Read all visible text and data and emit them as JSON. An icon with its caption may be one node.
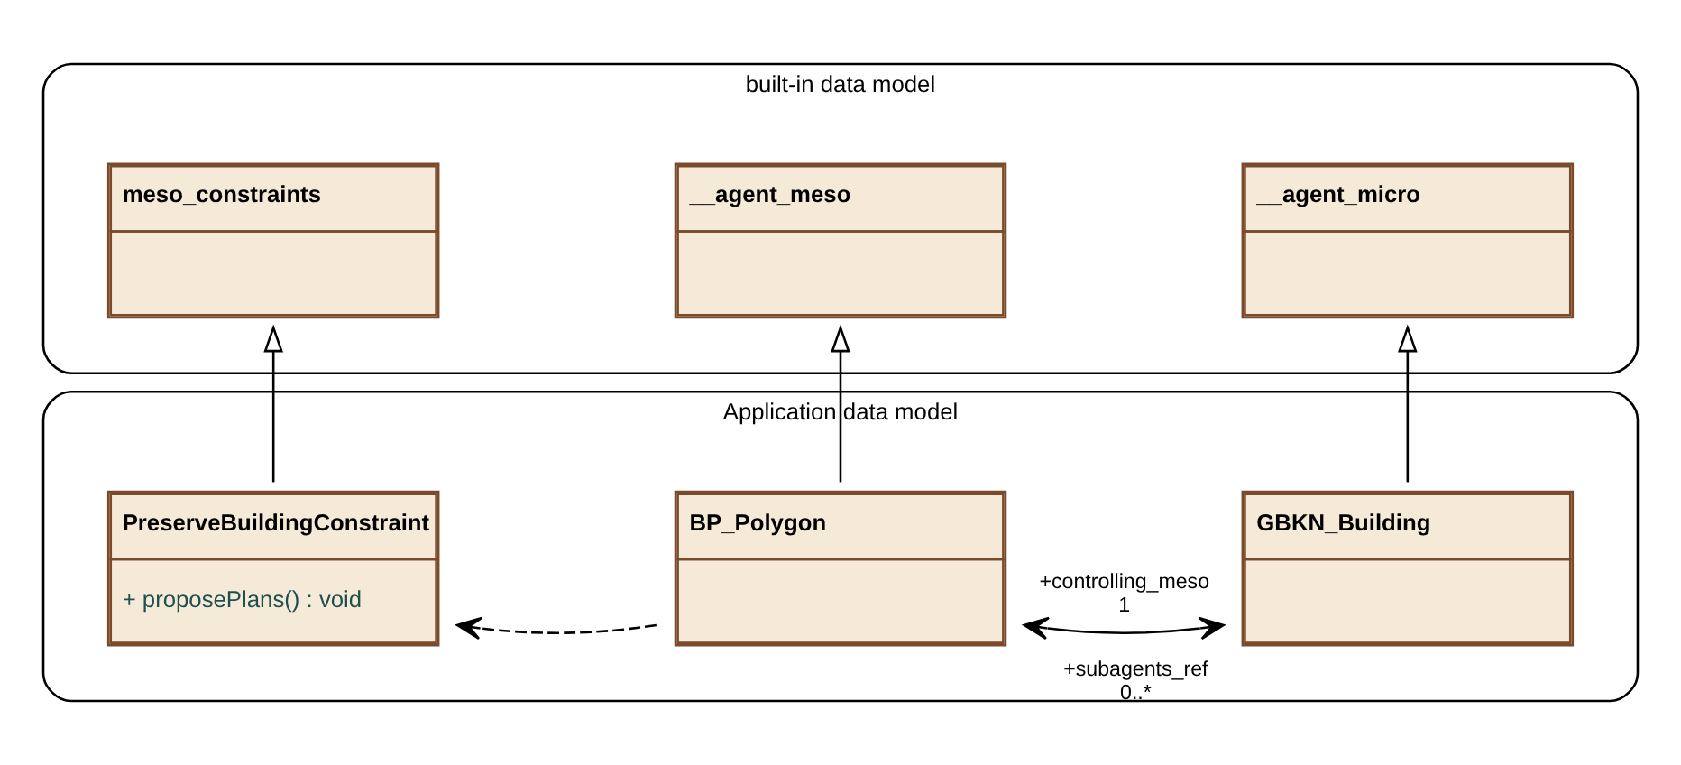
{
  "diagram": {
    "nodes": [
      {
        "text": [
          "built-in data model"
        ]
      },
      {
        "text": [
          "meso_constraints"
        ],
        "in": 0
      },
      {
        "text": [
          "__agent_meso"
        ],
        "in": 0
      },
      {
        "text": [
          "__agent_micro"
        ],
        "in": 0
      },
      {
        "text": [
          "Application data model"
        ]
      },
      {
        "text": [
          "PreserveBuildingConstraint",
          "+ proposePlans() : void"
        ],
        "in": 4
      },
      {
        "text": [
          "BP_Polygon"
        ],
        "in": 4
      },
      {
        "text": [
          "GBKN_Building"
        ],
        "in": 4
      }
    ],
    "edges": [
      {
        "from": 5,
        "to": 1,
        "arrow": "to"
      },
      {
        "from": 6,
        "to": 2,
        "arrow": "to"
      },
      {
        "from": 7,
        "to": 3,
        "arrow": "to"
      },
      {
        "from": 6,
        "to": 5,
        "arrow": "to",
        "style": "dashed"
      },
      {
        "from": 6,
        "to": 7,
        "arrow": "both"
      }
    ],
    "labels": [
      "+controlling_meso",
      "1",
      "+subagents_ref",
      "0..*"
    ]
  }
}
